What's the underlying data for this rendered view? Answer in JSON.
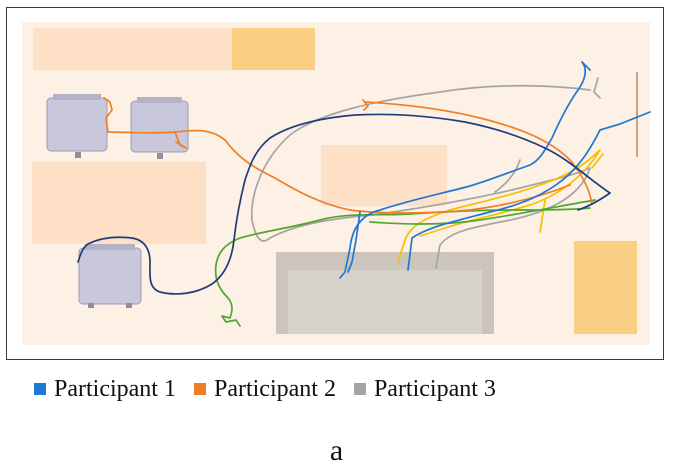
{
  "legend": {
    "items": [
      {
        "label": "Participant 1",
        "color": "#1f78d1"
      },
      {
        "label": "Participant 2",
        "color": "#f07e26"
      },
      {
        "label": "Participant 3",
        "color": "#a5a5a5"
      }
    ]
  },
  "panel_label": "a",
  "colors": {
    "floor": "#fdf0e4",
    "zone": "#fde0c6",
    "table_accent": "#fbcf83",
    "chair": "#c8c7dc",
    "sofa": "#d7d2cc",
    "participant_1": "#1f78d1",
    "participant_2": "#f07e26",
    "participant_3": "#a5a5a5",
    "participant_4": "#f5c000",
    "participant_5": "#4ea72e",
    "participant_6": "#1f3d7a"
  }
}
